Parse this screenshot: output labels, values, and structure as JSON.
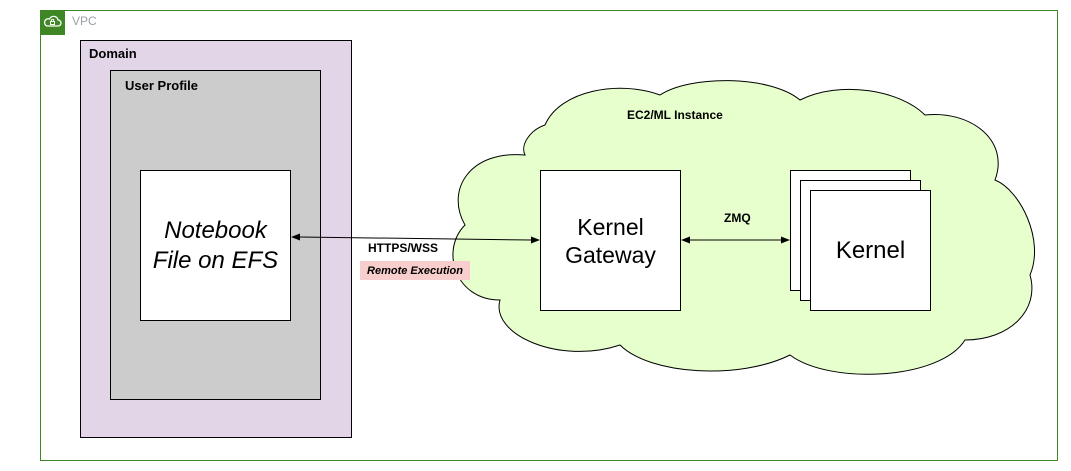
{
  "vpc": {
    "label": "VPC",
    "color": "#3f8624",
    "icon": "cloud-lock-icon"
  },
  "domain": {
    "label": "Domain",
    "color": "#e1d5e7"
  },
  "user_profile": {
    "label": "User Profile",
    "color": "#cccccc"
  },
  "notebook": {
    "label": "Notebook\nFile on EFS"
  },
  "cloud": {
    "label": "EC2/ML Instance",
    "fill": "#e6ffcc"
  },
  "gateway": {
    "label": "Kernel\nGateway"
  },
  "kernel": {
    "label": "Kernel"
  },
  "connections": {
    "https_label": "HTTPS/WSS",
    "remote_label": "Remote Execution",
    "remote_color": "#f8cecc",
    "zmq_label": "ZMQ"
  }
}
